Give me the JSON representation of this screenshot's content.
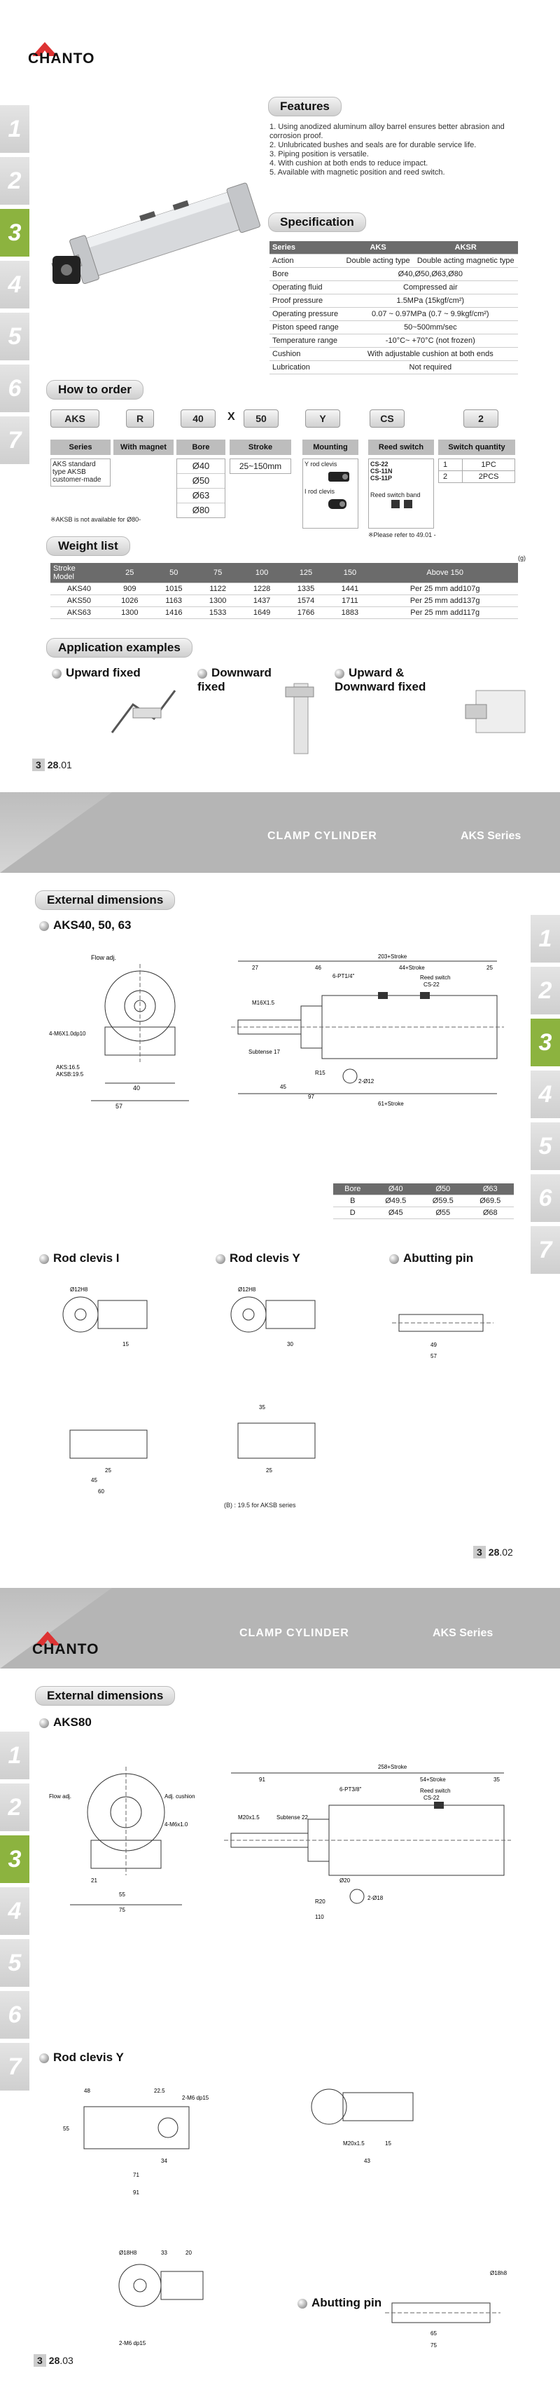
{
  "brand": "CHANTO",
  "page1": {
    "tabs": [
      "1",
      "2",
      "3",
      "4",
      "5",
      "6",
      "7"
    ],
    "features_title": "Features",
    "features": [
      "1. Using anodized aluminum alloy barrel ensures better abrasion and corrosion proof.",
      "2. Unlubricated bushes and seals are for durable service life.",
      "3. Piping position is versatile.",
      "4. With cushion at both ends to reduce impact.",
      "5. Available with magnetic position and reed switch."
    ],
    "spec_title": "Specification",
    "spec_header": [
      "Series",
      "AKS",
      "AKSR"
    ],
    "spec_rows": [
      [
        "Action",
        "Double acting type",
        "Double acting magnetic type"
      ],
      [
        "Bore",
        "Ø40,Ø50,Ø63,Ø80",
        ""
      ],
      [
        "Operating fluid",
        "Compressed air",
        ""
      ],
      [
        "Proof pressure",
        "1.5MPa (15kgf/cm²)",
        ""
      ],
      [
        "Operating pressure",
        "0.07 ~ 0.97MPa (0.7 ~ 9.9kgf/cm²)",
        ""
      ],
      [
        "Piston speed range",
        "50~500mm/sec",
        ""
      ],
      [
        "Temperature range",
        "-10°C~ +70°C (not frozen)",
        ""
      ],
      [
        "Cushion",
        "With adjustable cushion at both ends",
        ""
      ],
      [
        "Lubrication",
        "Not required",
        ""
      ]
    ],
    "order_title": "How to order",
    "order_codes": [
      "AKS",
      "R",
      "40",
      "X",
      "50",
      "Y",
      "CS",
      "2"
    ],
    "order_heads": [
      "Series",
      "With magnet",
      "Bore",
      "Stroke",
      "Mounting",
      "Reed switch",
      "Switch quantity"
    ],
    "series_note": "AKS standard type AKSB customer-made",
    "series_note2": "※AKSB is not available for Ø80-",
    "bores": [
      "Ø40",
      "Ø50",
      "Ø63",
      "Ø80"
    ],
    "stroke_range": "25~150mm",
    "mount_a": "Y rod clevis",
    "mount_b": "I rod clevis",
    "reed_codes": [
      "CS-22",
      "CS-11N",
      "CS-11P"
    ],
    "reed_band": "Reed switch band",
    "reed_ref": "※Please refer to 49.01 -",
    "switch_qty": [
      [
        "1",
        "1PC"
      ],
      [
        "2",
        "2PCS"
      ]
    ],
    "weight_title": "Weight list",
    "weight_unit": "(g)",
    "weight_head": [
      "Stroke",
      "25",
      "50",
      "75",
      "100",
      "125",
      "150",
      "Above 150"
    ],
    "weight_model_label": "Model",
    "weight_rows": [
      [
        "AKS40",
        "909",
        "1015",
        "1122",
        "1228",
        "1335",
        "1441",
        "Per 25 mm add107g"
      ],
      [
        "AKS50",
        "1026",
        "1163",
        "1300",
        "1437",
        "1574",
        "1711",
        "Per 25 mm add137g"
      ],
      [
        "AKS63",
        "1300",
        "1416",
        "1533",
        "1649",
        "1766",
        "1883",
        "Per 25 mm add117g"
      ]
    ],
    "app_title": "Application examples",
    "apps": [
      "Upward fixed",
      "Downward fixed",
      "Upward & Downward fixed"
    ],
    "page_num_a": "3",
    "page_num_b": "28",
    "page_num_c": ".01"
  },
  "page2": {
    "banner_title": "CLAMP CYLINDER",
    "banner_series": "AKS Series",
    "ext_title": "External dimensions",
    "sub1": "AKS40, 50, 63",
    "dim_labels": [
      "Flow adj.",
      "4-M6X1.0dp10",
      "AKS:16.5",
      "AKSB:19.5",
      "40",
      "57",
      "M16X1.5",
      "Subtense 17",
      "R15",
      "2-Ø12",
      "203+Stroke",
      "27",
      "46",
      "44+Stroke",
      "6-PT1/4\"",
      "Reed switch",
      "CS-22",
      "61+Stroke",
      "97",
      "25",
      "45"
    ],
    "bore_table_head": [
      "Bore",
      "Ø40",
      "Ø50",
      "Ø63"
    ],
    "bore_table": [
      [
        "B",
        "Ø49.5",
        "Ø59.5",
        "Ø69.5"
      ],
      [
        "D",
        "Ø45",
        "Ø55",
        "Ø68"
      ]
    ],
    "sub_clevis_i": "Rod clevis I",
    "sub_clevis_y": "Rod clevis Y",
    "sub_pin": "Abutting pin",
    "clevis_labels": [
      "Ø12H8",
      "15",
      "25",
      "30",
      "45",
      "60",
      "35",
      "49",
      "57"
    ],
    "note": "(B) : 19.5 for AKSB series",
    "page_num_a": "3",
    "page_num_b": "28",
    "page_num_c": ".02"
  },
  "page3": {
    "banner_title": "CLAMP CYLINDER",
    "banner_series": "AKS Series",
    "ext_title": "External dimensions",
    "sub1": "AKS80",
    "dim_labels": [
      "Flow adj.",
      "Adj. cushion",
      "4-M6x1.0",
      "21",
      "55",
      "75",
      "258+Stroke",
      "91",
      "54+Stroke",
      "35",
      "M20x1.5",
      "Subtense 22",
      "6-PT3/8\"",
      "Reed switch",
      "CS-22",
      "R20",
      "2-Ø18",
      "110",
      "Ø20"
    ],
    "sub_clevis_y": "Rod clevis Y",
    "clevis_labels": [
      "48",
      "22.5",
      "2-M6 dp15",
      "55",
      "34",
      "71",
      "91",
      "Ø18H8",
      "33",
      "20",
      "M20x1.5",
      "15",
      "43"
    ],
    "sub_pin": "Abutting pin",
    "pin_labels": [
      "Ø18h8",
      "65",
      "75"
    ],
    "page_num_a": "3",
    "page_num_b": "28",
    "page_num_c": ".03"
  },
  "colors": {
    "accent": "#8cb33f",
    "table_head": "#6b6b6b",
    "banner": "#c8c8c8"
  }
}
